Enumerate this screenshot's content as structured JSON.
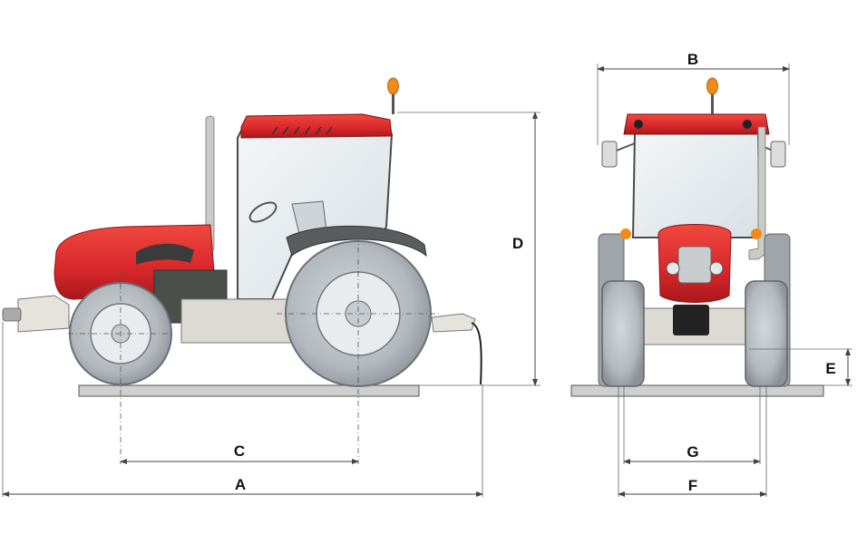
{
  "dimensions": {
    "A": "A",
    "B": "B",
    "C": "C",
    "D": "D",
    "E": "E",
    "F": "F",
    "G": "G"
  },
  "colors": {
    "body_red": "#d8272b",
    "tyre_grey": "#a7adb2",
    "cab_glass": "#e6ebef",
    "ground": "#cfcfcf",
    "dim_line": "#444444"
  },
  "views": [
    "side-view",
    "front-view"
  ]
}
